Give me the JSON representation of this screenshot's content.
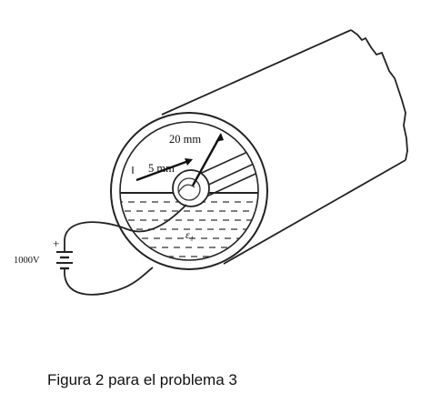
{
  "diagram": {
    "outer_dimension_label": "20 mm",
    "inner_dimension_label": "5 mm",
    "battery_label": "1000V",
    "battery_plus": "+",
    "liquid_label": "ε₁",
    "caption": "Figura 2 para el problema 3"
  }
}
